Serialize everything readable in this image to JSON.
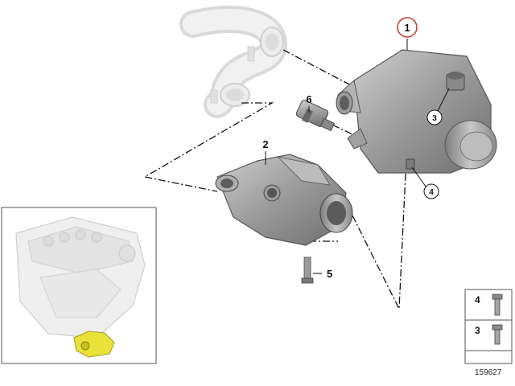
{
  "callouts": {
    "c1": "1",
    "c2": "2",
    "c3": "3",
    "c4": "4",
    "c5": "5",
    "c6": "6"
  },
  "legend": {
    "items": [
      {
        "label": "4"
      },
      {
        "label": "3"
      }
    ]
  },
  "doc_number": "159627",
  "colors": {
    "highlight_circle": "#c0392b",
    "part_body": "#a9a9a9",
    "ghost_part": "#e6e6e6",
    "engine_highlight": "#e8e23a"
  }
}
